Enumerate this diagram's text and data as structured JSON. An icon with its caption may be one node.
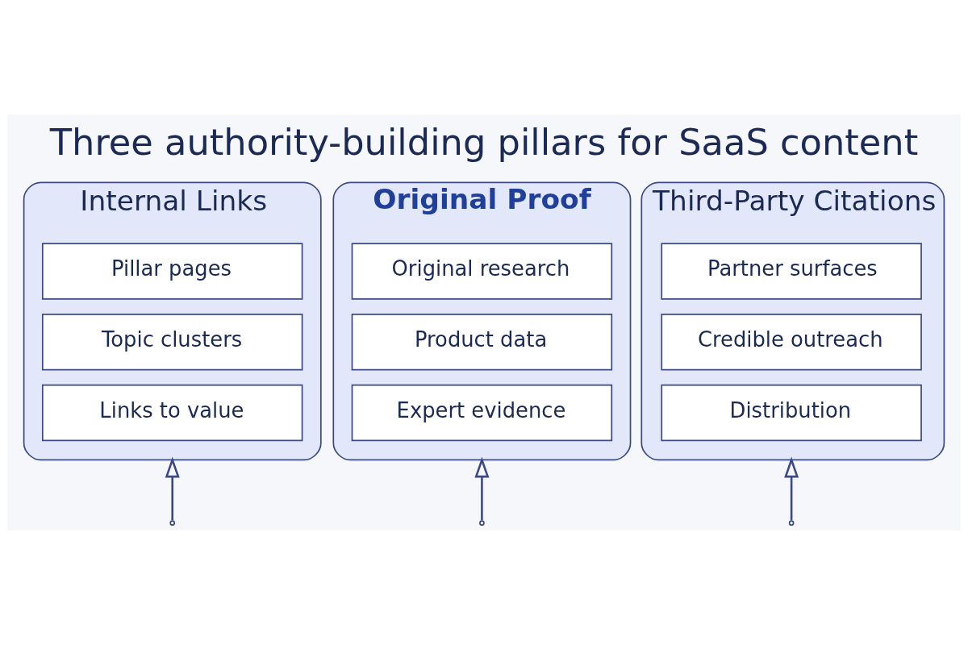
{
  "diagram": {
    "title": "Three authority-building pillars for SaaS content",
    "nodes": [
      {
        "text": [
          "Internal Links"
        ]
      },
      {
        "text": [
          "Pillar pages"
        ],
        "in": 0
      },
      {
        "text": [
          "Topic clusters"
        ],
        "in": 0
      },
      {
        "text": [
          "Links to value"
        ],
        "in": 0
      },
      {
        "text": [
          "Original Proof"
        ]
      },
      {
        "text": [
          "Original research"
        ],
        "in": 4
      },
      {
        "text": [
          "Product data"
        ],
        "in": 4
      },
      {
        "text": [
          "Expert evidence"
        ],
        "in": 4
      },
      {
        "text": [
          "Third-Party Citations"
        ]
      },
      {
        "text": [
          "Partner surfaces"
        ],
        "in": 8
      },
      {
        "text": [
          "Credible outreach"
        ],
        "in": 8
      },
      {
        "text": [
          "Distribution"
        ],
        "in": 8
      }
    ],
    "edges": [
      {
        "from": null,
        "to": 0,
        "arrow": "to"
      },
      {
        "from": null,
        "to": 4,
        "arrow": "to"
      },
      {
        "from": null,
        "to": 8,
        "arrow": "to"
      }
    ]
  }
}
